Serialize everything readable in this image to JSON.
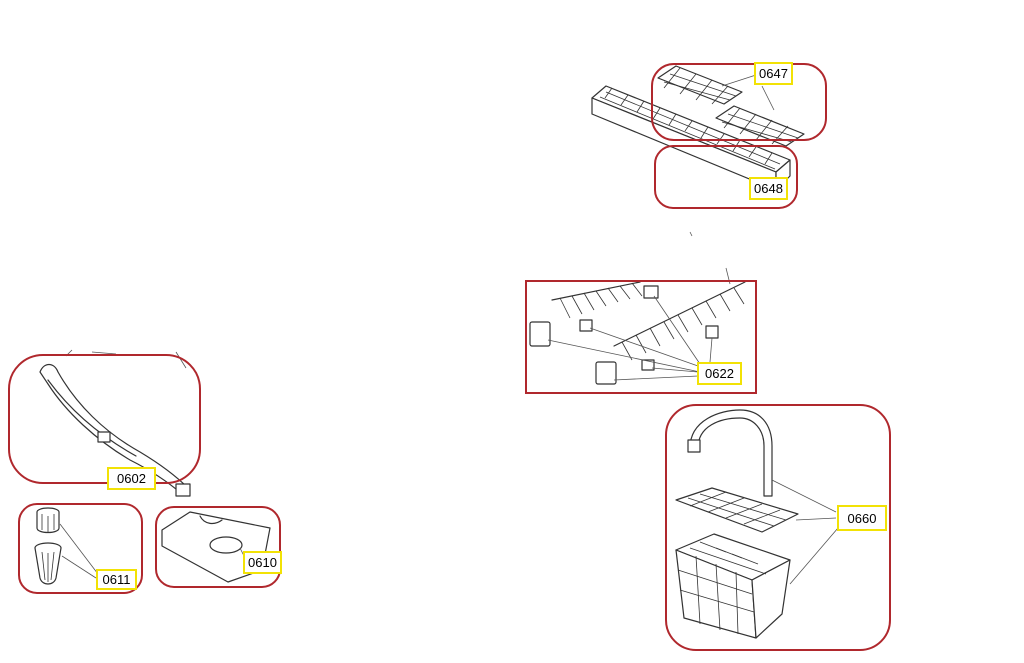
{
  "colors": {
    "group_outline": "#b0282d",
    "label_border": "#f2e205",
    "label_fill": "#ffffff",
    "line_art": "#333333"
  },
  "parts": [
    {
      "id": "0647",
      "label": "0647"
    },
    {
      "id": "0648",
      "label": "0648"
    },
    {
      "id": "0622",
      "label": "0622"
    },
    {
      "id": "0602",
      "label": "0602"
    },
    {
      "id": "0611",
      "label": "0611"
    },
    {
      "id": "0610",
      "label": "0610"
    },
    {
      "id": "0660",
      "label": "0660"
    }
  ]
}
